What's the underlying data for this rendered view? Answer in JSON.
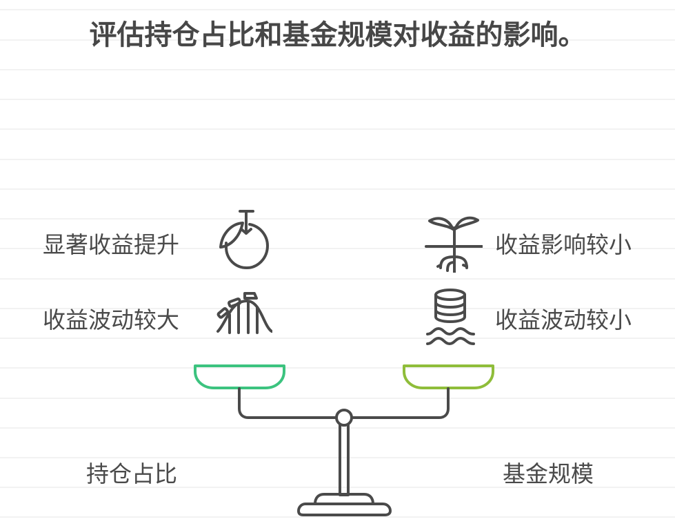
{
  "title": "评估持仓占比和基金规模对收益的影响。",
  "left": {
    "side_label": "持仓占比",
    "pan_color": "#3cc37f",
    "items": [
      {
        "label": "显著收益提升",
        "icon": "fruit-apple-icon"
      },
      {
        "label": "收益波动较大",
        "icon": "roller-coaster-icon"
      }
    ]
  },
  "right": {
    "side_label": "基金规模",
    "pan_color": "#8fbd3a",
    "items": [
      {
        "label": "收益影响较小",
        "icon": "sprout-roots-icon"
      },
      {
        "label": "收益波动较小",
        "icon": "database-waves-icon"
      }
    ]
  },
  "colors": {
    "stroke": "#4a4a4a",
    "rule_lines": "#f2f2f2"
  }
}
